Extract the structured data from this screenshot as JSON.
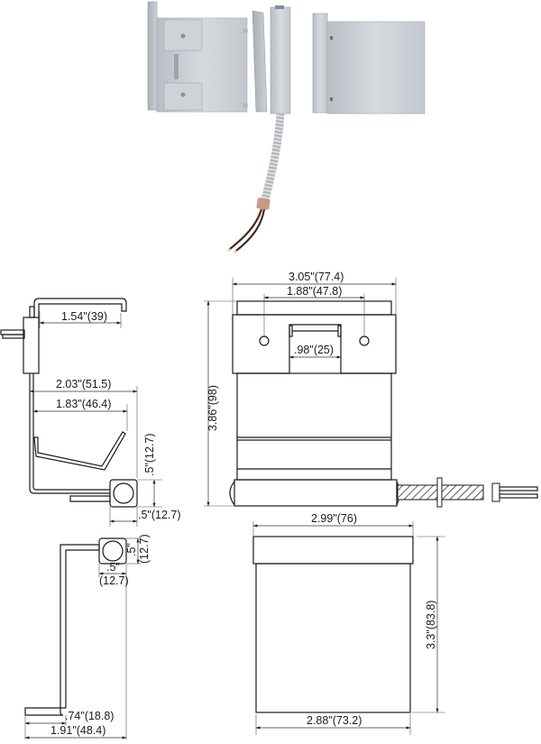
{
  "photo": {
    "caption": "",
    "parts": [
      "switch-bracket",
      "magnet-bracket",
      "armored-cable",
      "lead-wires"
    ],
    "colors": {
      "aluminum": "#c9cdd3",
      "aluminum_dark": "#9ea4ab",
      "cable": "#a9adb2",
      "ferrule": "#c79a83",
      "wire": "#4a2a1e"
    }
  },
  "drawings": {
    "side_switch": {
      "dims": {
        "top_arm": "1.54\"(39)",
        "overall_width": "2.03\"(51.5)",
        "inner_width": "1.83\"(46.4)",
        "height_offset": ".5\"(12.7)",
        "tube_width": ".5\"(12.7)"
      }
    },
    "front_switch": {
      "dims": {
        "width": "3.05\"(77.4)",
        "hole_spacing": "1.88\"(47.8)",
        "slot_width": ".98\"(25)",
        "height": "3.86\"(98)"
      }
    },
    "side_magnet": {
      "dims": {
        "tube_height_in": ".5\"",
        "tube_height_mm": "(12.7)",
        "tube_width_in": ".5\"",
        "tube_width_mm": "(12.7)",
        "foot": ".74\"(18.8)",
        "overall_width": "1.91\"(48.4)"
      }
    },
    "front_magnet": {
      "dims": {
        "top_width": "2.99\"(76)",
        "height": "3.3\"(83.8)",
        "bottom_width": "2.88\"(73.2)"
      }
    }
  }
}
